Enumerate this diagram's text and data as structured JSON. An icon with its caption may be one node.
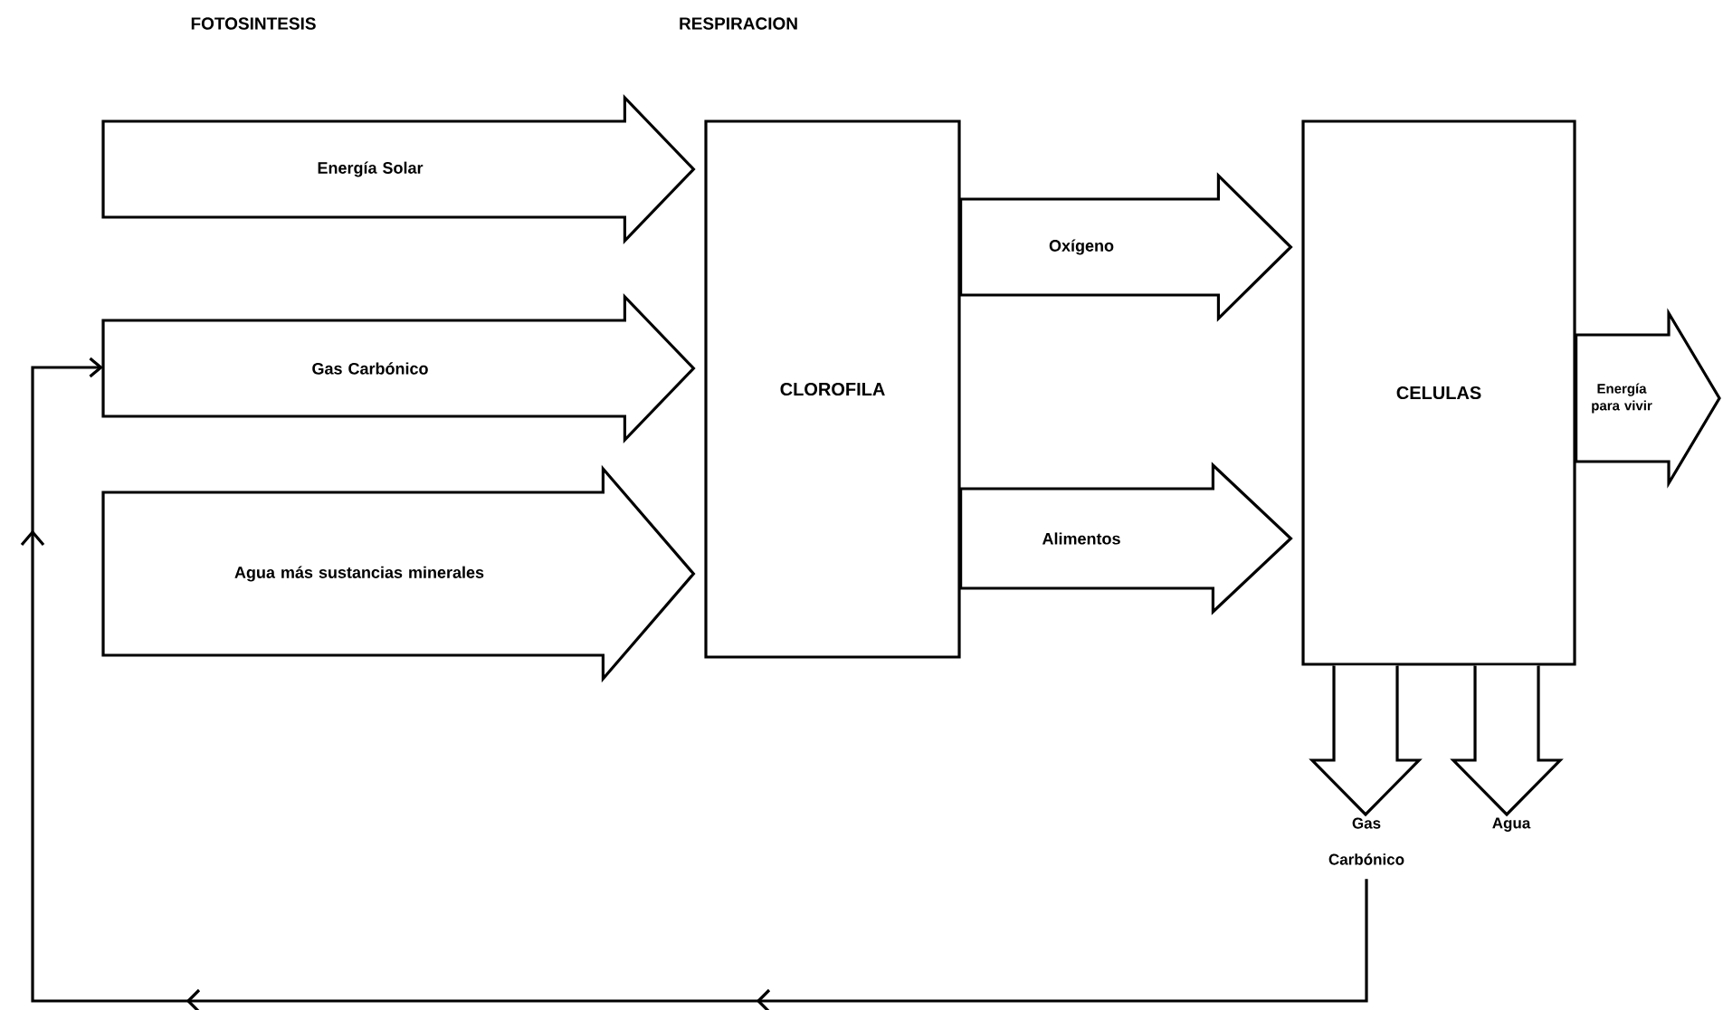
{
  "diagram": {
    "nodes": [
      {
        "text": [
          "CLOROFILA"
        ]
      },
      {
        "text": [
          "CELULAS"
        ]
      },
      {
        "text": [
          "Gas Carbónico"
        ]
      },
      {
        "text": [
          "Agua"
        ]
      }
    ],
    "edges": [
      {
        "from": null,
        "to": 0,
        "arrow": "to",
        "label": "Energía Solar"
      },
      {
        "from": null,
        "to": 0,
        "arrow": "to",
        "label": "Gas Carbónico"
      },
      {
        "from": null,
        "to": 0,
        "arrow": "to",
        "label": "Agua más sustancias minerales"
      },
      {
        "from": 0,
        "to": 1,
        "arrow": "to",
        "label": "Oxígeno"
      },
      {
        "from": 0,
        "to": 1,
        "arrow": "to",
        "label": "Alimentos"
      },
      {
        "from": 1,
        "to": null,
        "arrow": "to",
        "label": "Energía para vivir"
      },
      {
        "from": 1,
        "to": 2,
        "arrow": "to"
      },
      {
        "from": 1,
        "to": 3,
        "arrow": "to"
      },
      {
        "from": 2,
        "to": null,
        "arrow": "to"
      }
    ],
    "labels": [
      "FOTOSINTESIS",
      "RESPIRACION"
    ]
  }
}
